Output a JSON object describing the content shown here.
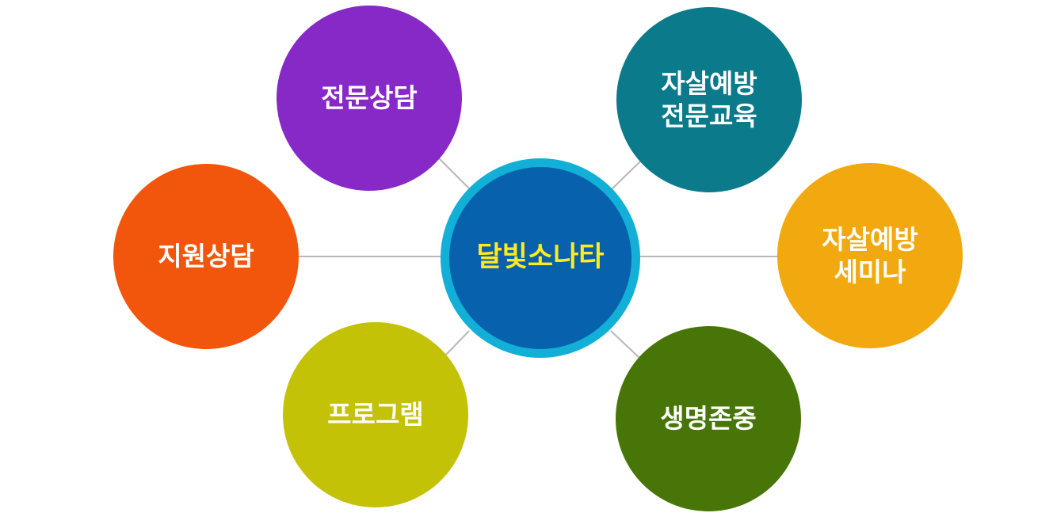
{
  "center": {
    "label": "달빛소나타",
    "fill": "#0861ad",
    "ring": "#12b0d6",
    "text_color": "#ffeb1e"
  },
  "nodes": [
    {
      "id": "expert-counseling",
      "label": "전문상담",
      "color": "#8629c7"
    },
    {
      "id": "suicide-prevention-training",
      "label": "자살예방\n전문교육",
      "color": "#0b7a8b"
    },
    {
      "id": "support-counseling",
      "label": "지원상담",
      "color": "#f2560c"
    },
    {
      "id": "suicide-prevention-seminar",
      "label": "자살예방\n세미나",
      "color": "#f2a90f"
    },
    {
      "id": "program",
      "label": "프로그램",
      "color": "#c4c206"
    },
    {
      "id": "life-respect",
      "label": "생명존중",
      "color": "#487508"
    }
  ],
  "connector_color": "#b8b8b8"
}
